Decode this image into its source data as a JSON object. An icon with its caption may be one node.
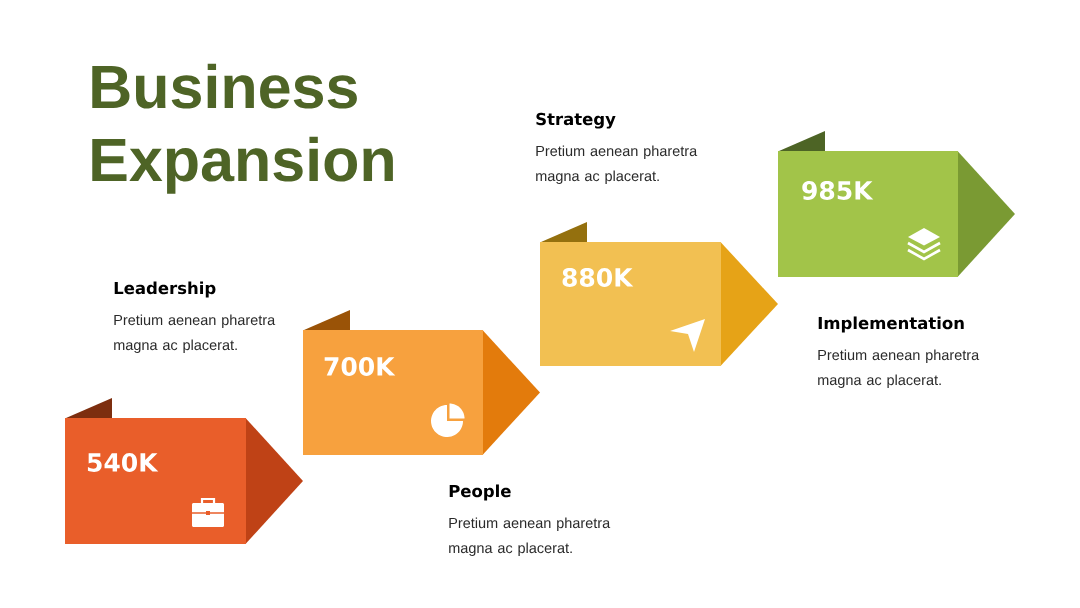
{
  "diagram": {
    "title": "Business Expansion",
    "nodes": [
      {
        "text": [
          "540K"
        ],
        "beside": [
          "Leadership",
          "Pretium aenean pharetra magna ac placerat."
        ]
      },
      {
        "text": [
          "700K"
        ],
        "beside": [
          "People",
          "Pretium aenean pharetra magna ac placerat."
        ]
      },
      {
        "text": [
          "880K"
        ],
        "beside": [
          "Strategy",
          "Pretium aenean pharetra magna ac placerat."
        ]
      },
      {
        "text": [
          "985K"
        ],
        "beside": [
          "Implementation",
          "Pretium aenean pharetra magna ac placerat."
        ]
      }
    ]
  }
}
